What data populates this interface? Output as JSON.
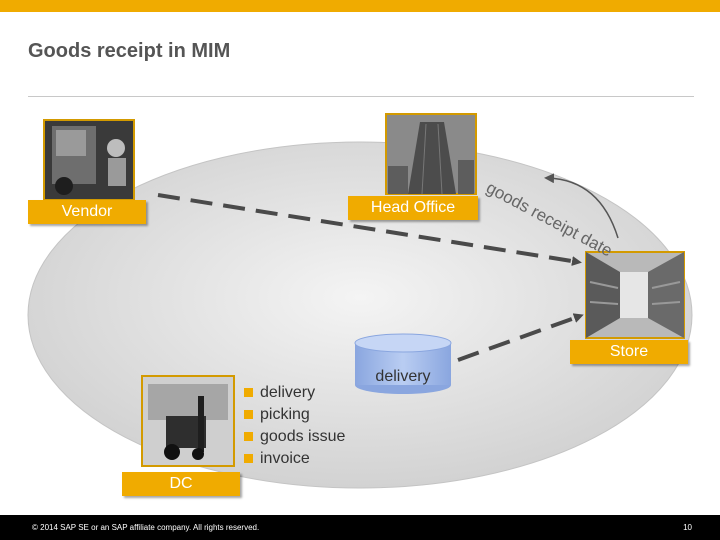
{
  "slide": {
    "title": "Goods receipt in MIM",
    "page_number": "10",
    "copyright": "© 2014 SAP SE or an SAP affiliate company. All rights reserved."
  },
  "nodes": {
    "vendor": "Vendor",
    "head_office": "Head Office",
    "store": "Store",
    "dc": "DC"
  },
  "arc_text": "goods receipt date",
  "database_label": "delivery",
  "dc_steps": [
    "delivery",
    "picking",
    "goods issue",
    "invoice"
  ],
  "colors": {
    "accent": "#f0ab00",
    "ellipse": "#dcdcdc",
    "arrow": "#4a4a4a",
    "database": "#9db6e8"
  }
}
